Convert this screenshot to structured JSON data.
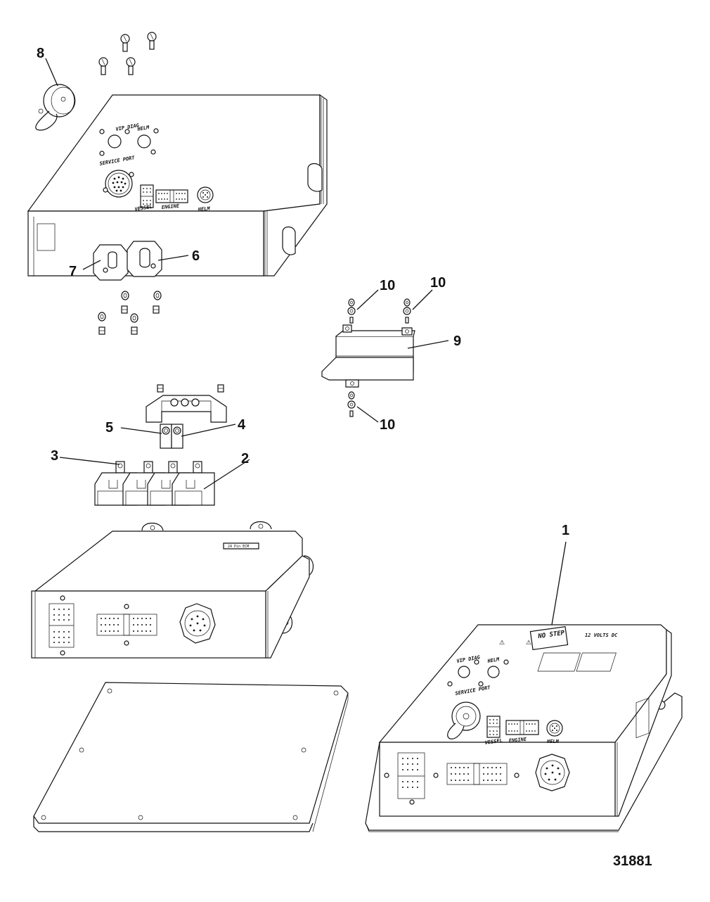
{
  "callouts": {
    "c1": "1",
    "c2": "2",
    "c3": "3",
    "c4": "4",
    "c5": "5",
    "c6": "6",
    "c7": "7",
    "c8": "8",
    "c9": "9",
    "c10a": "10",
    "c10b": "10",
    "c10c": "10"
  },
  "figure_number": "31881",
  "cover_labels": {
    "vip_diag": "VIP DIAG",
    "helm": "HELM",
    "service_port": "SERVICE PORT",
    "vessel": "VESSEL",
    "engine": "ENGINE",
    "helm_connector": "HELM"
  },
  "base_label": "24 Pin ECM",
  "assembled_labels": {
    "no_step": "NO STEP",
    "volts": "12 VOLTS DC",
    "vip_diag": "VIP DIAG",
    "helm": "HELM",
    "service_port": "SERVICE PORT",
    "vessel": "VESSEL",
    "engine": "ENGINE",
    "helm_connector": "HELM"
  },
  "colors": {
    "line": "#111111",
    "background": "#ffffff"
  }
}
